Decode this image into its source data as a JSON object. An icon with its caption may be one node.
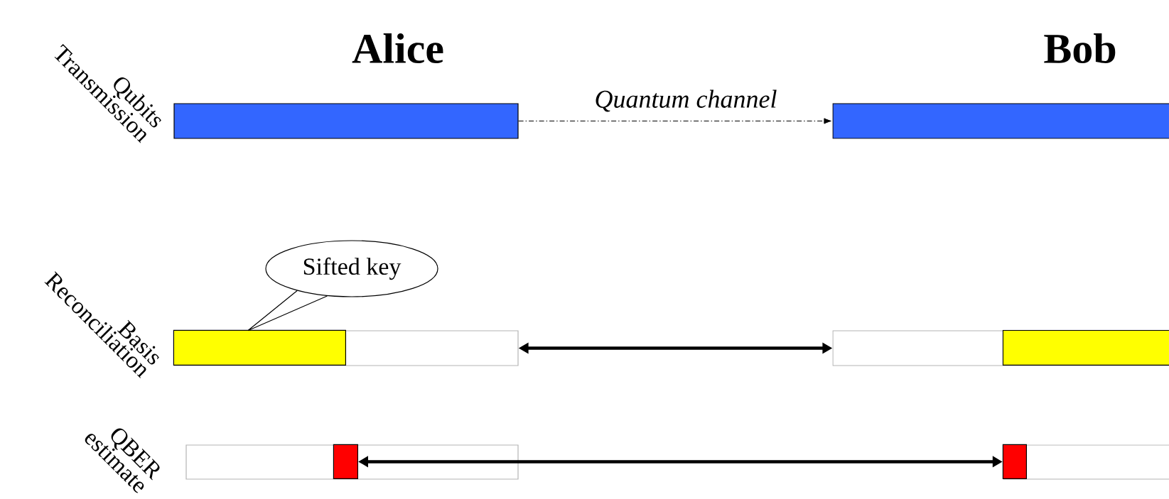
{
  "diagram": {
    "nodes": [
      {
        "text": [],
        "shape": "bar",
        "beside": [
          "Qubits Transmission"
        ]
      },
      {
        "text": [],
        "shape": "bar"
      },
      {
        "text": [
          "Sifted key"
        ]
      },
      {
        "text": [],
        "shape": "bar",
        "beside": [
          "Basis Reconciliation"
        ]
      },
      {
        "text": [],
        "shape": "bar",
        "in": 3
      },
      {
        "text": [],
        "shape": "bar"
      },
      {
        "text": [],
        "shape": "bar",
        "in": 5
      },
      {
        "text": [],
        "shape": "bar",
        "beside": [
          "QBER estimate"
        ]
      },
      {
        "text": [],
        "shape": "bar",
        "in": 7
      },
      {
        "text": [],
        "shape": "bar"
      },
      {
        "text": [],
        "shape": "bar",
        "in": 9
      }
    ],
    "edges": [
      {
        "from": 0,
        "to": 1,
        "arrow": "to",
        "label": "Quantum channel",
        "style": "dashed"
      },
      {
        "from": 3,
        "to": 5,
        "arrow": "both",
        "style": "thick"
      },
      {
        "from": 8,
        "to": 10,
        "arrow": "both",
        "style": "thick"
      },
      {
        "from": 2,
        "to": 4,
        "arrow": "none"
      }
    ],
    "labels": [
      "Alice",
      "Bob"
    ]
  }
}
